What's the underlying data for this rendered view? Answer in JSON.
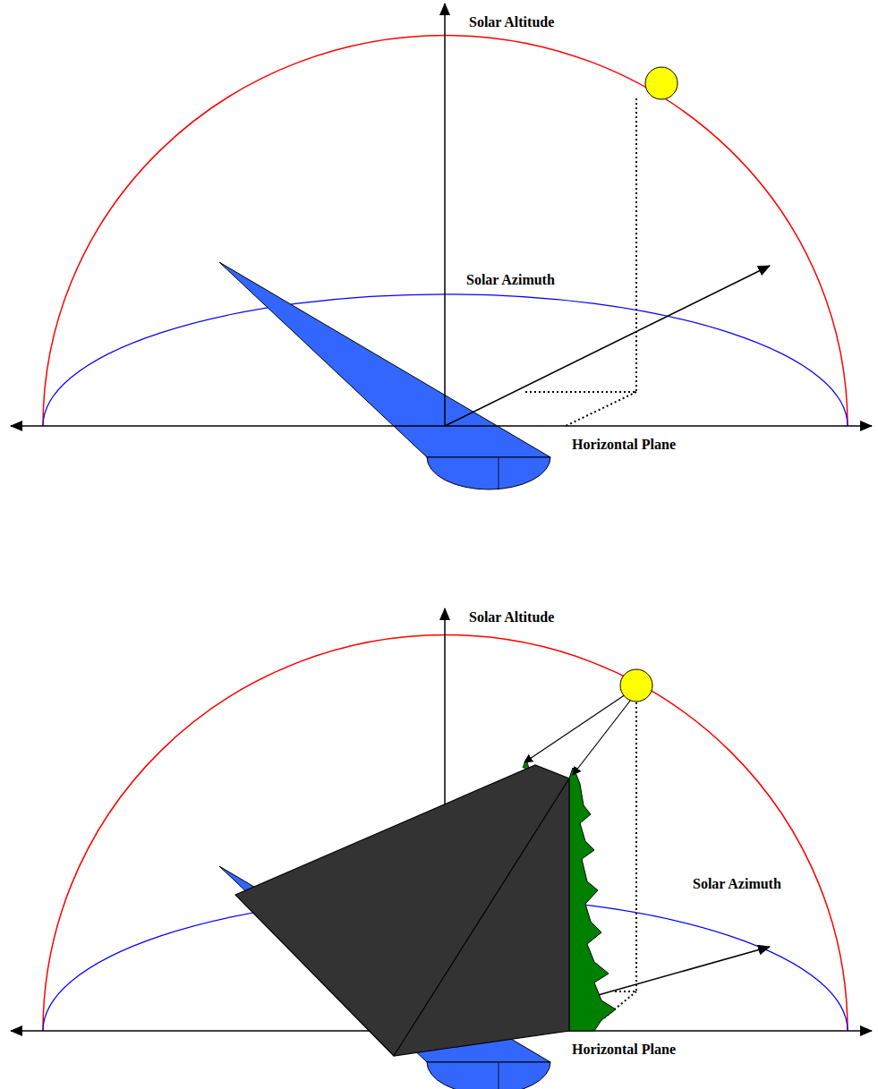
{
  "diagram": {
    "labels": [
      "Solar Altitude",
      "Solar Azimuth",
      "Horizontal Plane",
      "Solar Altitude",
      "Solar Azimuth",
      "Horizontal Plane"
    ]
  }
}
